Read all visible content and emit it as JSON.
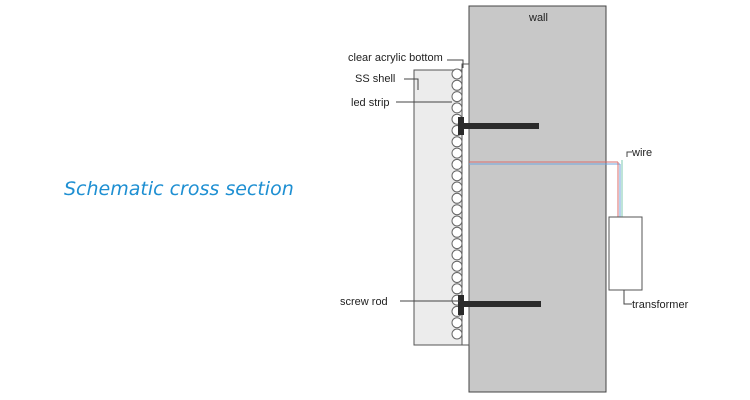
{
  "heading": "Schematic cross section",
  "labels": {
    "wall": "wall",
    "clear_acrylic_bottom": "clear acrylic bottom",
    "ss_shell": "SS shell",
    "led_strip": "led strip",
    "wire": "wire",
    "screw_rod": "screw rod",
    "transformer": "transformer"
  },
  "colors": {
    "heading": "#1e8fd2",
    "wall_fill": "#c8c8c8",
    "shell_fill": "#ececec",
    "screw": "#2b2b2b",
    "wire_red": "#d86c6c",
    "wire_blue": "#6fa3dc",
    "outline": "#444444"
  },
  "led_count": 24
}
